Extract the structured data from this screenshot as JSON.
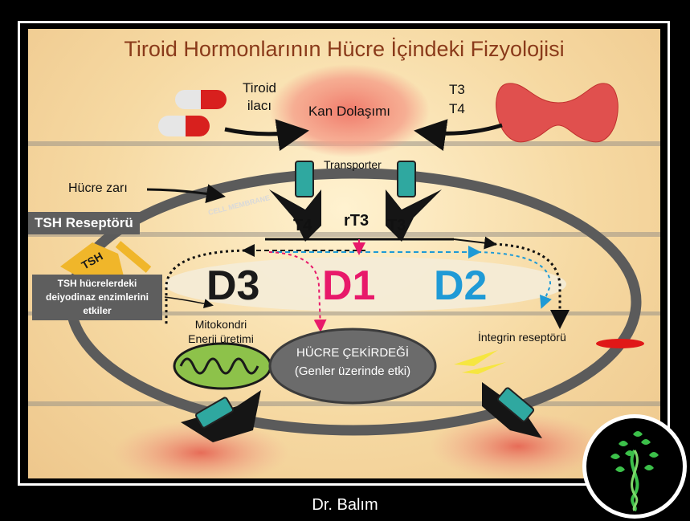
{
  "title": "Tiroid Hormonlarının Hücre İçindeki Fizyolojisi",
  "labels": {
    "tiroid_ilaci_line1": "Tiroid",
    "tiroid_ilaci_line2": "ilacı",
    "kan_dolasimi": "Kan Dolaşımı",
    "t3": "T3",
    "t4": "T4",
    "transporter": "Transporter",
    "hucre_zari": "Hücre zarı",
    "cell_membrane": "CELL MEMBRANE",
    "tsh_receptor": "TSH Reseptörü",
    "tsh": "TSH",
    "tsh_note_line1": "TSH hücrelerdeki",
    "tsh_note_line2": "deiyodinaz enzimlerini",
    "tsh_note_line3": "etkiler",
    "hormone_t4": "T4",
    "hormone_rt3": "rT3",
    "hormone_t3": "T3",
    "d3": "D3",
    "d1": "D1",
    "d2": "D2",
    "mito_line1": "Mitokondri",
    "mito_line2": "Enerji üretimi",
    "nucleus_line1": "HÜCRE ÇEKİRDEĞİ",
    "nucleus_line2": "(Genler üzerinde etki)",
    "integrin": "İntegrin reseptörü"
  },
  "author": "Dr. Balım",
  "colors": {
    "title": "#8a3a1a",
    "d3": "#1a1a1a",
    "d1": "#e8196a",
    "d2": "#1f9ad6",
    "nucleus": "#6b6b6b",
    "label_box": "#5e5e5e",
    "logo_green": "#3cc04a"
  },
  "icons": [
    "pill-icon",
    "thyroid-gland-icon",
    "transporter-icon",
    "mitochondria-icon",
    "tsh-receptor-icon",
    "tree-dna-logo-icon"
  ]
}
